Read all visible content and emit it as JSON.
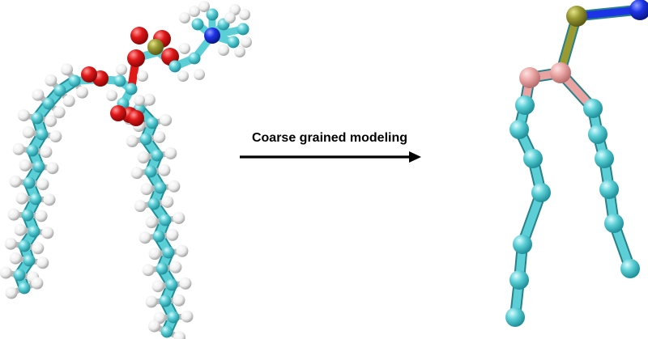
{
  "figure": {
    "arrow_label": "Coarse grained modeling"
  },
  "colors": {
    "carbon": "#5ccfd6",
    "carbon_dark": "#1f8f99",
    "hydrogen": "#f4f4f4",
    "hydrogen_shade": "#b9b9b9",
    "oxygen": "#e01818",
    "phosphorus": "#9a9a33",
    "nitrogen": "#1d34e6",
    "ester_bead": "#eaa3a3",
    "bead_outline": "#27808a",
    "arrow": "#000000"
  },
  "molecules": {
    "atomistic": "all-atom phospholipid (POPC-like) model",
    "coarse_grained": "coarse-grained bead model"
  }
}
